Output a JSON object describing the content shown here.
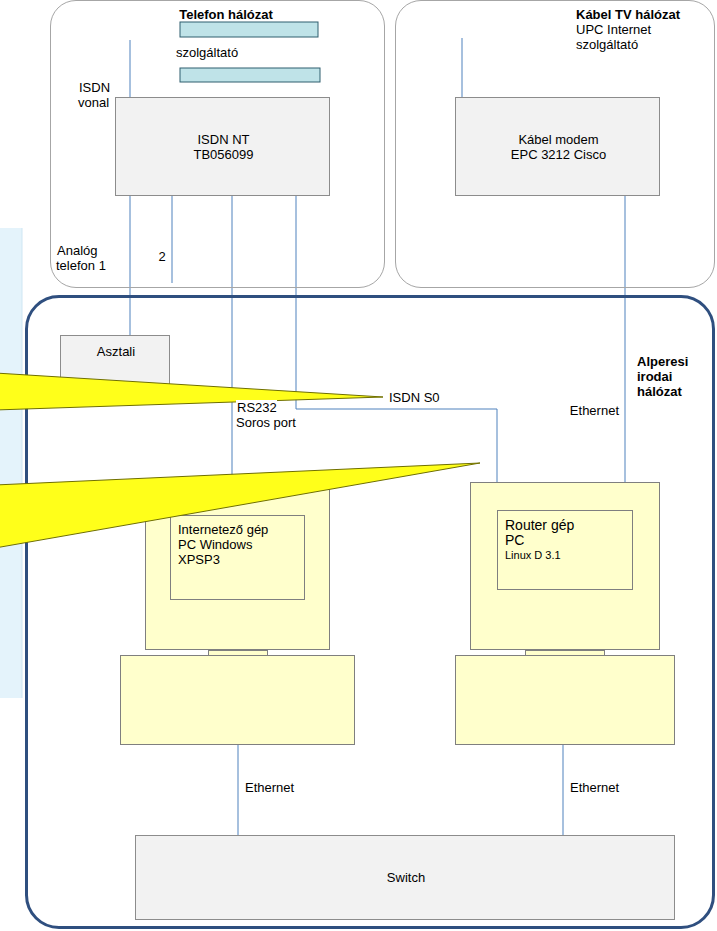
{
  "diagram": {
    "nodes": [
      {
        "text": [
          "Telefon hálózat"
        ]
      },
      {
        "text": [
          "ISDN NT",
          "TB056099"
        ],
        "in": 0
      },
      {
        "text": [
          "Kábel TV hálózat",
          "UPC Internet szolgáltató"
        ]
      },
      {
        "text": [
          "Kábel modem",
          "EPC 3212 Cisco"
        ],
        "in": 2
      },
      {
        "text": [
          "Alperesi irodai hálózat"
        ]
      },
      {
        "text": [
          "Asztali"
        ],
        "in": 4
      },
      {
        "text": [
          "Internetező gép PC Windows XPSP3"
        ],
        "in": 4
      },
      {
        "text": [
          "Router gép PC",
          "Linux D 3.1"
        ],
        "in": 4
      },
      {
        "text": [
          "Switch"
        ],
        "in": 4
      }
    ],
    "edges": [
      {
        "from": 1,
        "to": 5,
        "arrow": "none",
        "label": "Analóg telefon 1"
      },
      {
        "from": 1,
        "to": 6,
        "arrow": "none",
        "label": "RS232 Soros port"
      },
      {
        "from": 1,
        "to": 7,
        "arrow": "none"
      },
      {
        "from": 3,
        "to": 7,
        "arrow": "none",
        "label": "Ethernet"
      },
      {
        "from": 6,
        "to": 8,
        "arrow": "none",
        "label": "Ethernet"
      },
      {
        "from": 7,
        "to": 8,
        "arrow": "none",
        "label": "Ethernet"
      }
    ],
    "labels": [
      "ISDN vonal",
      "szolgáltató",
      "2",
      "ISDN S0"
    ]
  }
}
